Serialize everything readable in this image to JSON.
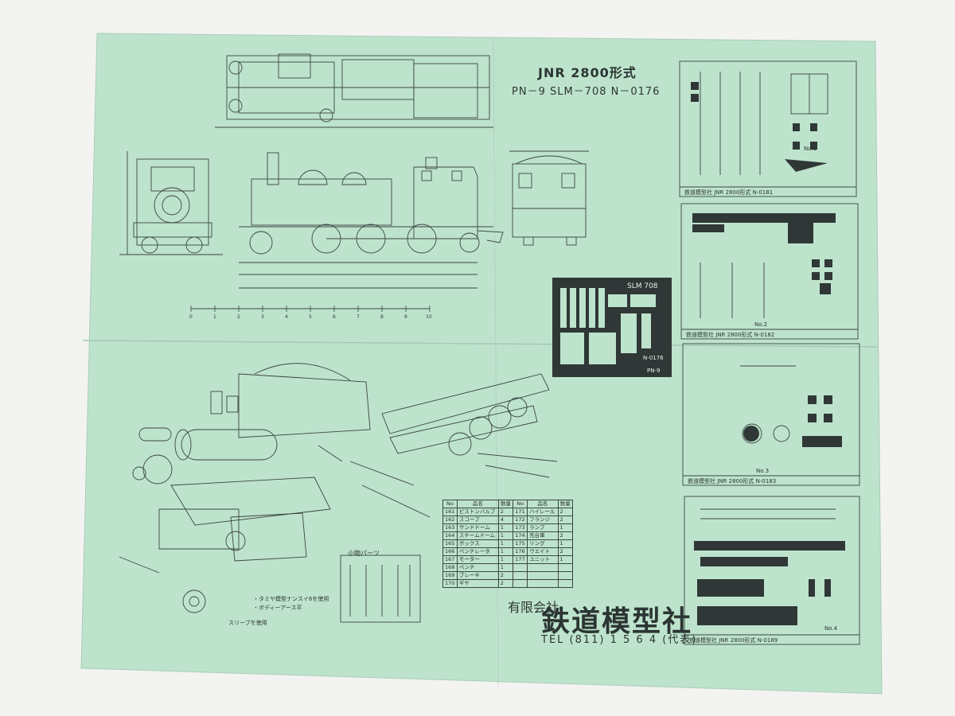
{
  "header": {
    "title": "JNR 2800形式",
    "subtitle": "PN－9 SLM－708 N－0176"
  },
  "fret": {
    "label": "SLM 708",
    "code": "N-0176",
    "pn": "PN-9"
  },
  "company": {
    "type": "有限会社",
    "name": "鉄道模型社",
    "phone": "TEL (811) 1 5 6 4 (代表)"
  },
  "small_parts_label": "小物パーツ",
  "notes": {
    "n1": "・タミヤ模型ナンスイ6を使用",
    "n2": "・ボディーアース平",
    "n3": "スリーブを使用"
  },
  "parts_table": {
    "headers": [
      "No",
      "品名",
      "数量",
      "No",
      "品名",
      "数量"
    ],
    "rows": [
      [
        "161",
        "ピストンバルブ",
        "2",
        "171",
        "ハイレール",
        "2"
      ],
      [
        "162",
        "スコープ",
        "4",
        "172",
        "フランジ",
        "2"
      ],
      [
        "163",
        "サンドドーム",
        "1",
        "173",
        "ランプ",
        "1"
      ],
      [
        "164",
        "スチームドーム",
        "1",
        "174",
        "先台車",
        "2"
      ],
      [
        "165",
        "ボックス",
        "1",
        "175",
        "リング",
        "1"
      ],
      [
        "166",
        "ベンチレータ",
        "1",
        "176",
        "ウエイト",
        "2"
      ],
      [
        "167",
        "モーター",
        "1",
        "177",
        "ユニット",
        "1"
      ],
      [
        "168",
        "ベンチ",
        "1",
        "",
        "",
        ""
      ],
      [
        "169",
        "ブレーキ",
        "2",
        "",
        "",
        ""
      ],
      [
        "170",
        "ギヤ",
        "2",
        "",
        "",
        ""
      ]
    ]
  },
  "panels": [
    {
      "caption": "鉄道模型社   JNR   2800形式   N-0181",
      "number": "No.1"
    },
    {
      "caption": "鉄道模型社   JNR   2800形式   N-0182",
      "number": "No.2"
    },
    {
      "caption": "鉄道模型社   JNR   2800形式   N-0183",
      "number": "No.3"
    },
    {
      "caption": "鉄道模型社   JNR   2800形式   N-0189",
      "number": "No.4"
    }
  ],
  "scale_ticks": [
    "0",
    "1",
    "2",
    "3",
    "4",
    "5",
    "6",
    "7",
    "8",
    "9",
    "10"
  ],
  "colors": {
    "paper": "#bde3cc",
    "ink": "#3a4643",
    "background": "#f3f3f1"
  }
}
